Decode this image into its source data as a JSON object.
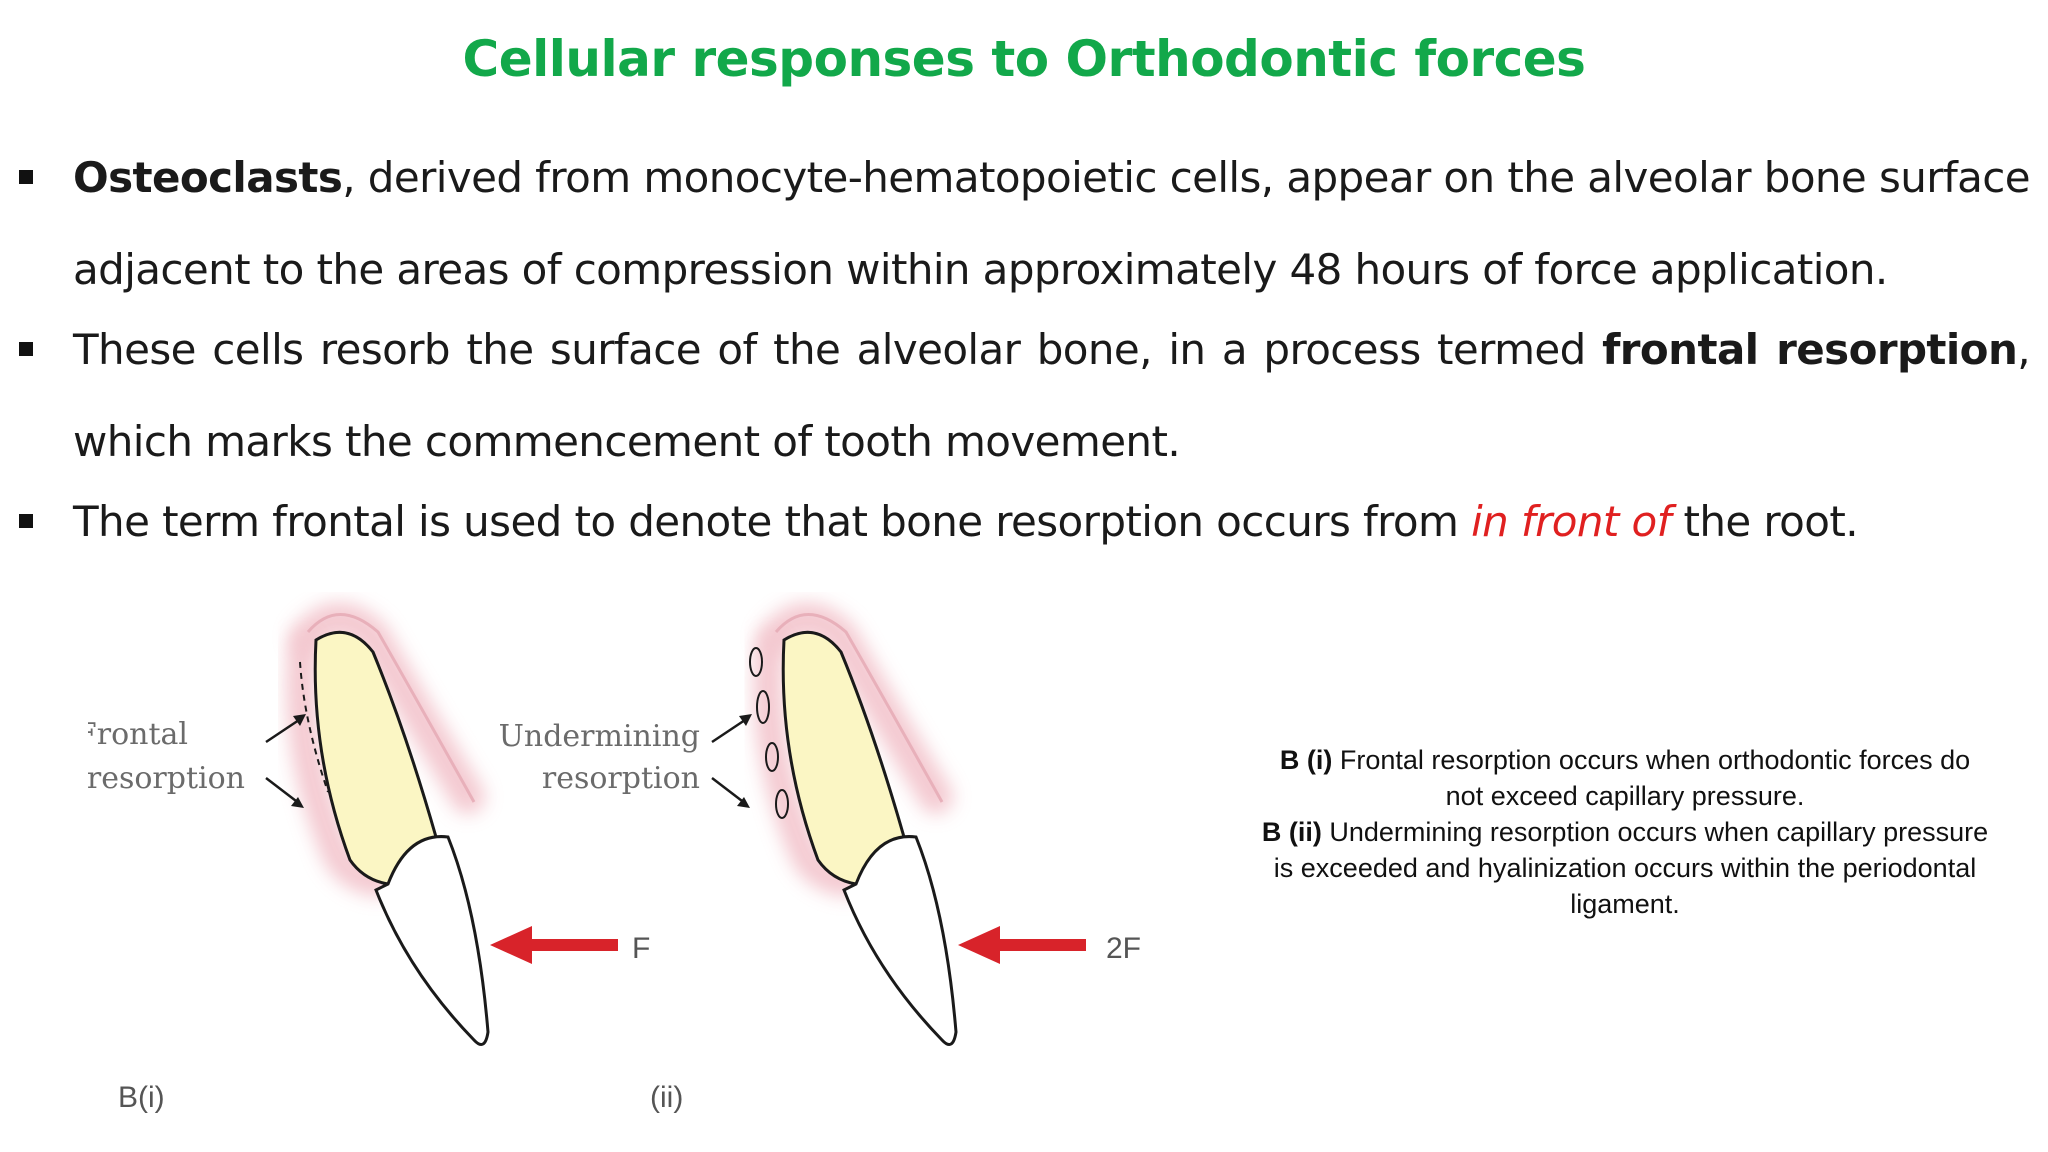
{
  "title": "Cellular responses to Orthodontic forces",
  "bullets": [
    {
      "bold_lead": "Osteoclasts",
      "text": ", derived from monocyte-hematopoietic cells, appear on the alveolar bone surface adjacent to the areas of compression within approximately 48 hours of force application."
    },
    {
      "text": "These cells resorb the surface of the alveolar bone, in a process termed ",
      "bold_term": "frontal resorption",
      "text_after": ", which marks the commencement of tooth movement."
    },
    {
      "text_before": "The term frontal is used to denote that bone resorption occurs from ",
      "emphasis": "in front of",
      "text_after": " the root."
    }
  ],
  "figure": {
    "panel1": {
      "label_line1": "Frontal",
      "label_line2": "resorption",
      "force": "F",
      "caption": "B(i)"
    },
    "panel2": {
      "label_line1": "Undermining",
      "label_line2": "resorption",
      "force": "2F",
      "caption": "(ii)"
    },
    "colors": {
      "crown_pulp": "#fbf6c4",
      "ligament_glow": "#f3c4cc",
      "force_arrow": "#d8232a"
    }
  },
  "caption": {
    "part1_bold": "B (i)",
    "part1_text": " Frontal resorption occurs when orthodontic forces do not exceed capillary pressure.",
    "part2_bold": "B (ii)",
    "part2_text": " Undermining resorption occurs when capillary pressure is exceeded and hyalinization occurs within the periodontal ligament."
  },
  "colors": {
    "title": "#12a84a",
    "emphasis": "#e02020"
  }
}
